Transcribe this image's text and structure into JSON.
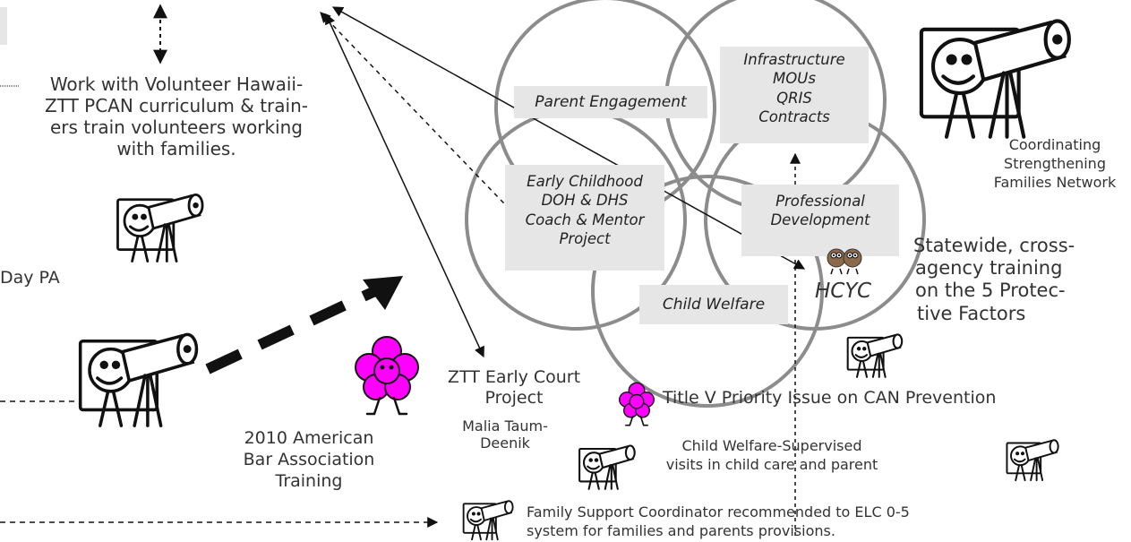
{
  "main_note": [
    "Work with Volunteer Hawaii-",
    "ZTT PCAN curriculum & train-",
    "ers train volunteers working",
    "with families."
  ],
  "day_pa": "Day PA",
  "aba": [
    "2010 American",
    "Bar Association",
    "Training"
  ],
  "ztt": [
    "ZTT Early Court",
    "Project"
  ],
  "malia": [
    "Malia Taum-",
    "Deenik"
  ],
  "boxes": {
    "parent_engagement": "Parent  Engagement",
    "infrastructure": [
      "Infrastructure",
      "MOUs",
      "QRIS",
      "Contracts"
    ],
    "early_childhood": [
      "Early Childhood",
      "DOH & DHS",
      "Coach & Mentor",
      "Project"
    ],
    "professional_development": [
      "Professional",
      "Development"
    ],
    "child_welfare": "Child Welfare"
  },
  "hcyc": "HCYC",
  "coordinating": [
    "Coordinating",
    "Strengthening",
    "Families Network"
  ],
  "statewide": [
    "Statewide, cross-",
    "agency training",
    "on the 5 Protec-",
    "tive Factors"
  ],
  "title_v": "Title V Priority Issue on CAN Prevention",
  "child_welfare_supervised": [
    "Child Welfare-Supervised",
    "visits in child care and parent"
  ],
  "family_support": [
    "Family Support Coordinator recommended to ELC 0-5",
    "system for families and parents provisions."
  ],
  "icons": [
    "telescope-figure-icon",
    "flower-figure-icon",
    "gears-icon"
  ],
  "colors": {
    "circle": "#8c8c8c",
    "box": "#e6e6e6",
    "flower": "#f0f",
    "text": "#222222"
  }
}
